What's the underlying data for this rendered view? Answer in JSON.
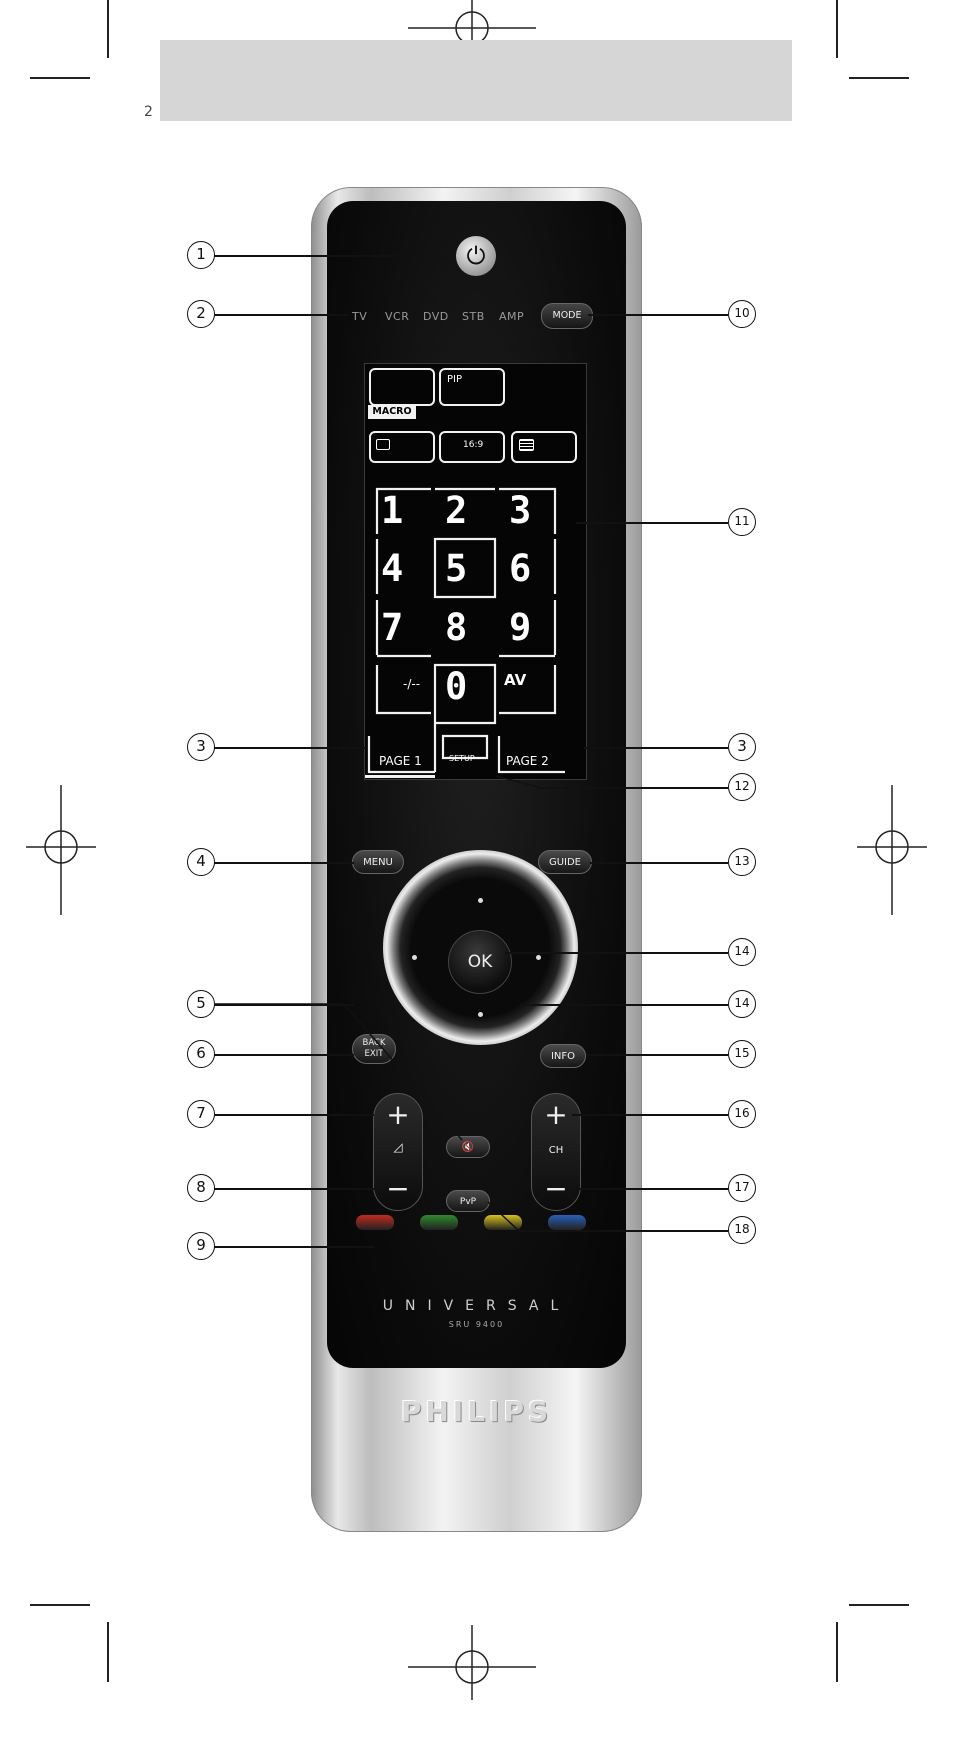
{
  "page": {
    "number": "2"
  },
  "remote": {
    "modes": [
      "TV",
      "VCR",
      "DVD",
      "STB",
      "AMP"
    ],
    "mode_button": "MODE",
    "screen": {
      "macro": "MACRO",
      "pip": "PIP",
      "ratio": "16:9",
      "digits": [
        "1",
        "2",
        "3",
        "4",
        "5",
        "6",
        "7",
        "8",
        "9",
        "0"
      ],
      "dash": "-/--",
      "av": "AV",
      "page1": "PAGE 1",
      "setup": "SETUP",
      "page2": "PAGE 2"
    },
    "menu": "MENU",
    "guide": "GUIDE",
    "ok": "OK",
    "back_exit": [
      "BACK",
      "EXIT"
    ],
    "info": "INFO",
    "ch": "CH",
    "pip2": "PvP",
    "brand_line": "UNIVERSAL",
    "model": "SRU 9400",
    "logo": "PHILIPS",
    "color_keys": [
      "#c22a22",
      "#2f8a2f",
      "#d8c21d",
      "#2a5fb8"
    ]
  },
  "callouts": [
    "1",
    "2",
    "3",
    "4",
    "5",
    "6",
    "7",
    "8",
    "9",
    "10",
    "11",
    "3",
    "12",
    "13",
    "14",
    "14",
    "15",
    "16",
    "17",
    "18"
  ]
}
